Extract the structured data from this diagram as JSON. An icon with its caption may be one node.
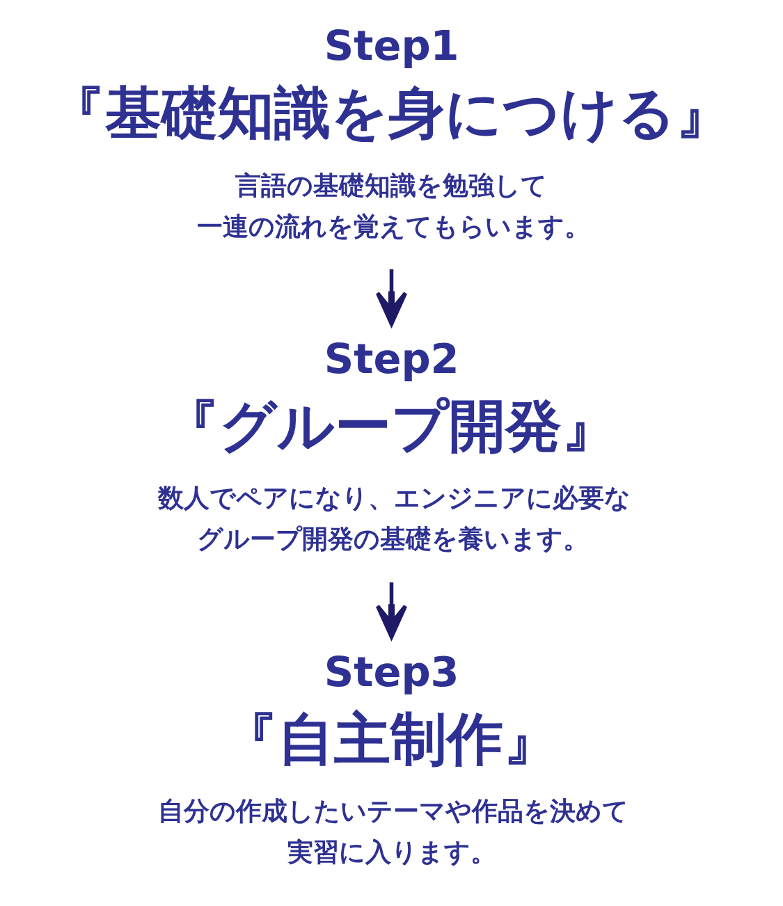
{
  "diagram": {
    "nodes": [
      {
        "text": [
          "Step1",
          "『基礎知識を身につける』",
          "言語の基礎知識を勉強して一連の流れを覚えてもらいます。"
        ]
      },
      {
        "text": [
          "Step2",
          "『グループ開発』",
          "数人でペアになり、エンジニアに必要なグループ開発の基礎を養います。"
        ]
      },
      {
        "text": [
          "Step3",
          "『自主制作』",
          "自分の作成したいテーマや作品を決めて実習に入ります。"
        ]
      }
    ],
    "edges": [
      {
        "from": 0,
        "to": 1,
        "arrow": "to"
      },
      {
        "from": 1,
        "to": 2,
        "arrow": "to"
      }
    ]
  }
}
